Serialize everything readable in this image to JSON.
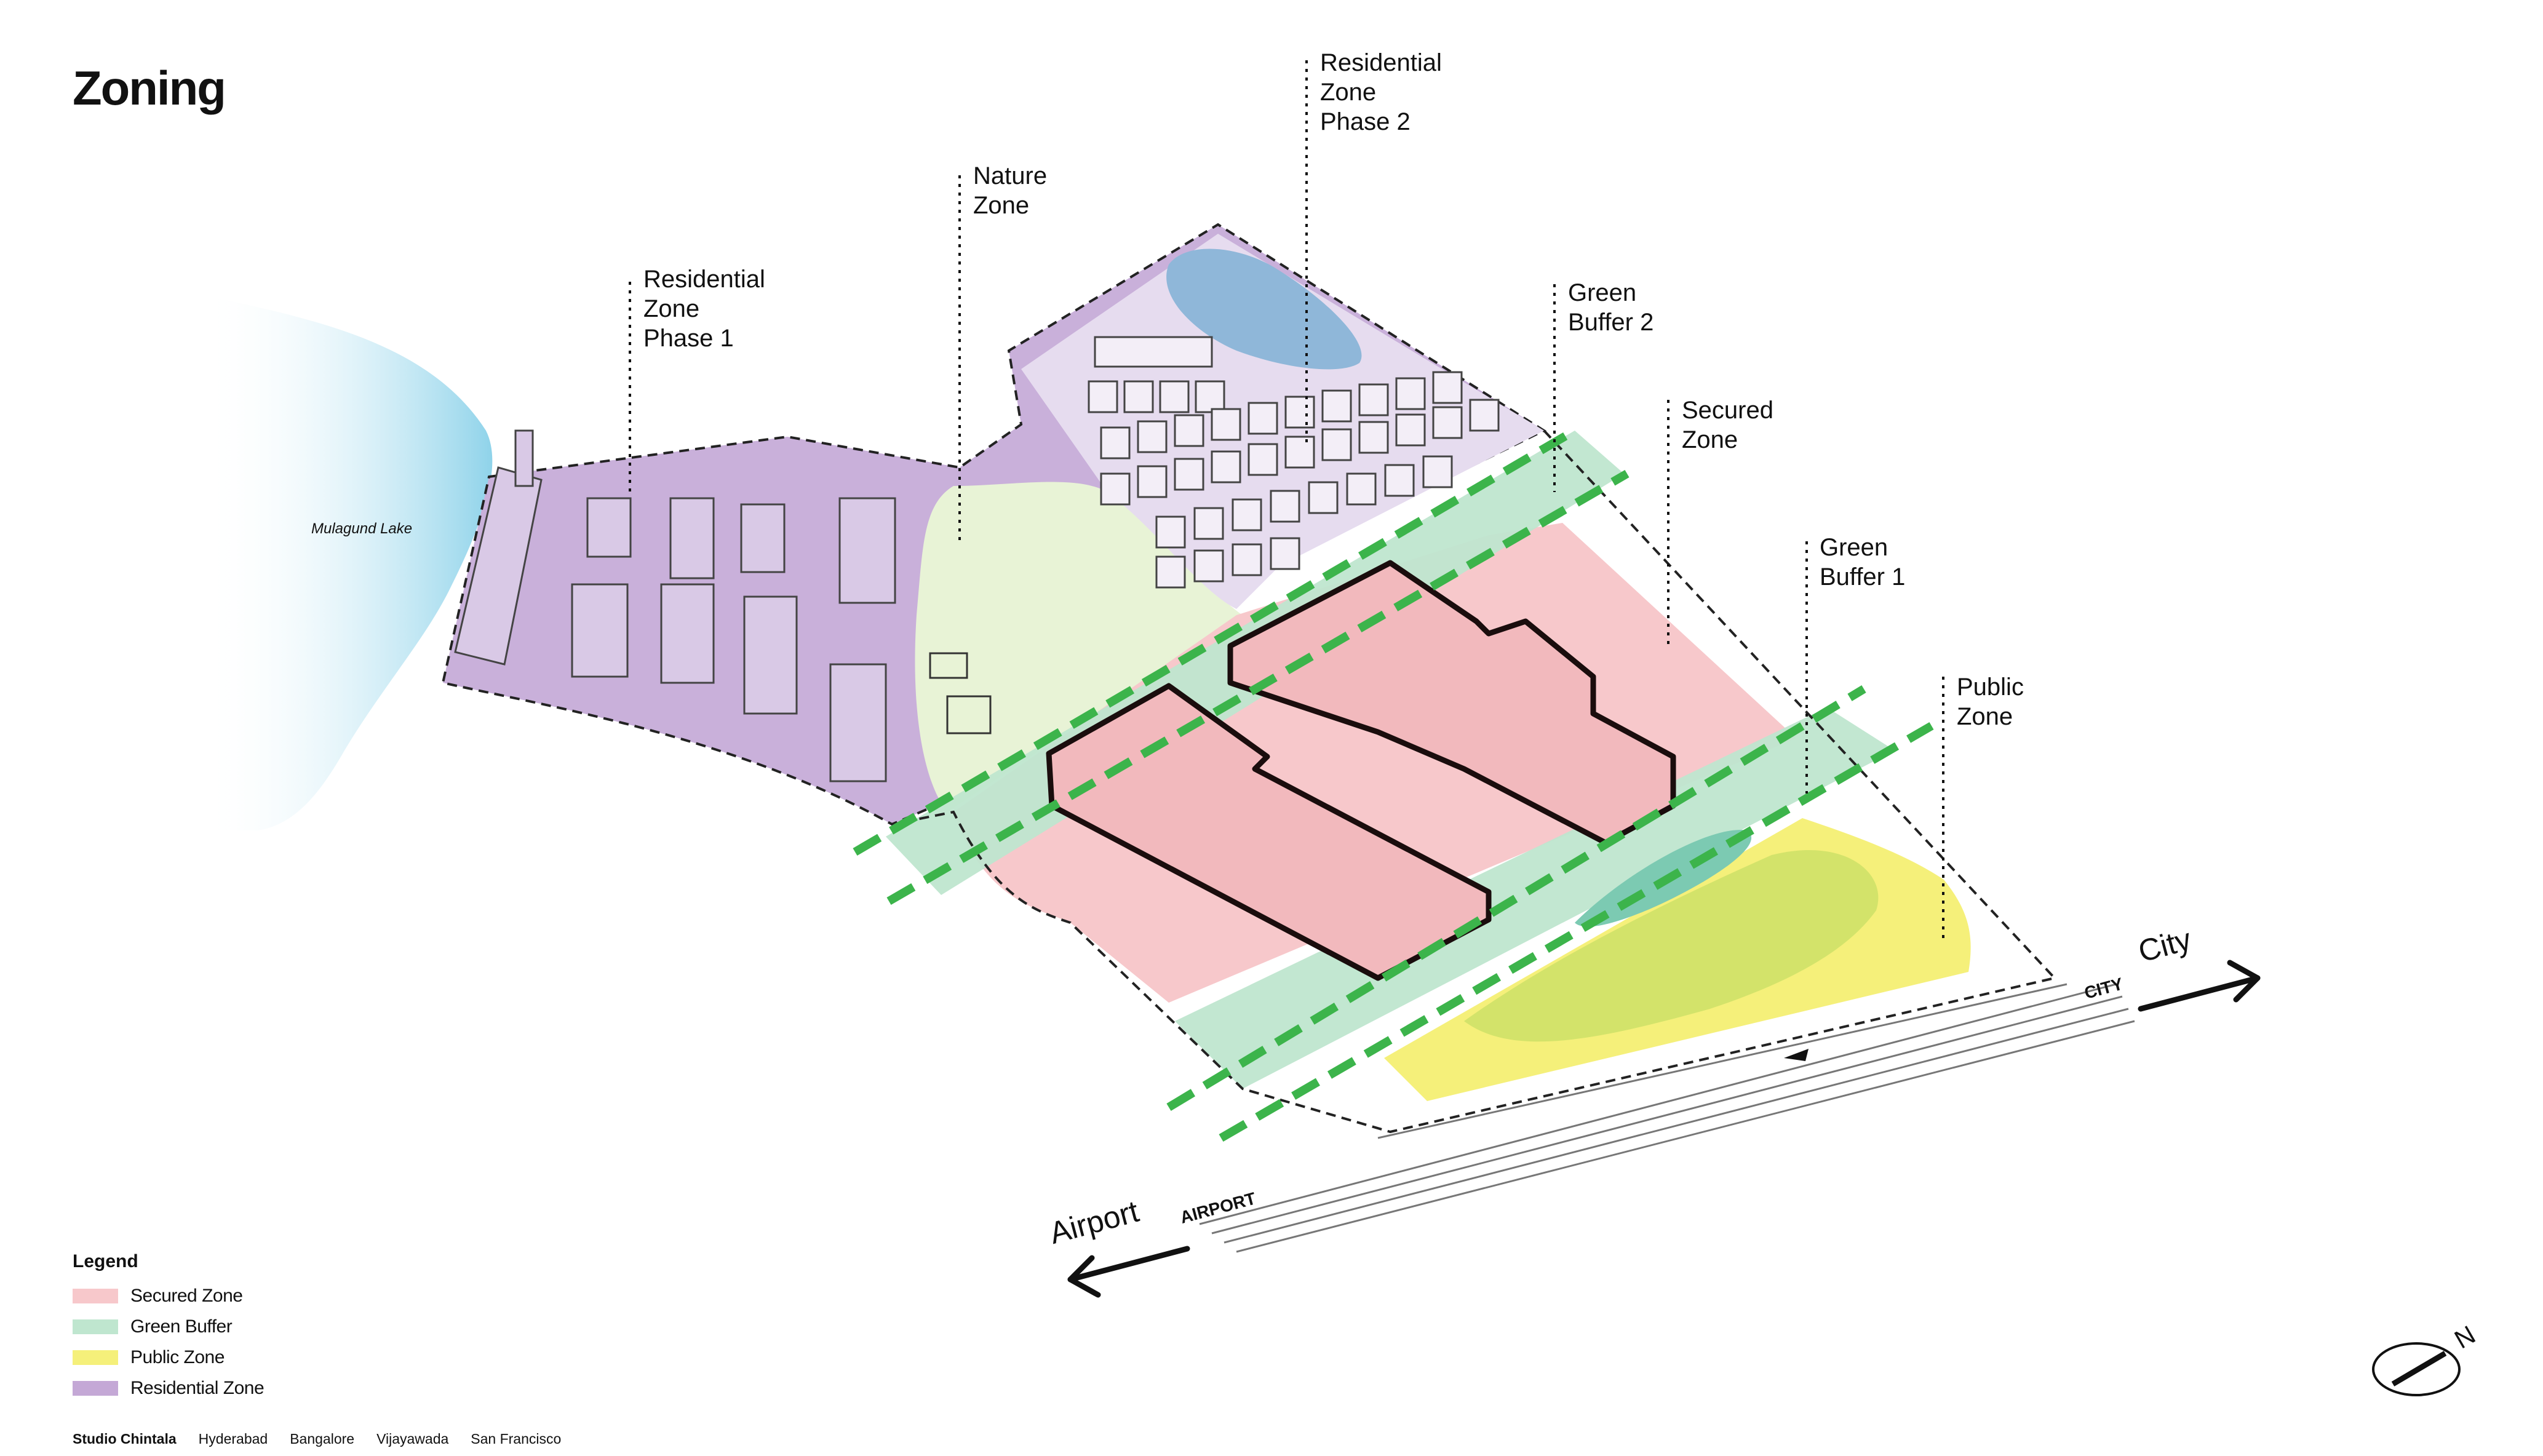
{
  "title": "Zoning",
  "lake_label": "Mulagund Lake",
  "callouts": [
    {
      "id": "residential-zone-phase-1",
      "text": "Residential\nZone\nPhase 1"
    },
    {
      "id": "nature-zone",
      "text": "Nature\nZone"
    },
    {
      "id": "residential-zone-phase-2",
      "text": "Residential\nZone\nPhase 2"
    },
    {
      "id": "green-buffer-2",
      "text": "Green\nBuffer 2"
    },
    {
      "id": "secured-zone",
      "text": "Secured\nZone"
    },
    {
      "id": "green-buffer-1",
      "text": "Green\nBuffer 1"
    },
    {
      "id": "public-zone",
      "text": "Public\nZone"
    }
  ],
  "directions": {
    "city_large": "City",
    "city_road": "CITY",
    "airport_large": "Airport",
    "airport_road": "AIRPORT"
  },
  "north_label": "N",
  "legend": {
    "title": "Legend",
    "items": [
      {
        "label": "Secured Zone",
        "color": "#f7c8cb"
      },
      {
        "label": "Green Buffer",
        "color": "#bfe6cf"
      },
      {
        "label": "Public Zone",
        "color": "#f5f07a"
      },
      {
        "label": "Residential Zone",
        "color": "#c4a8d6"
      }
    ]
  },
  "footer": {
    "studio": "Studio Chintala",
    "cities": [
      "Hyderabad",
      "Bangalore",
      "Vijayawada",
      "San Francisco"
    ]
  },
  "colors": {
    "secured": "#f7c8cb",
    "green_buffer": "#bfe6cf",
    "public": "#f5f07a",
    "residential": "#c4a8d6",
    "nature": "#e8f3d6",
    "lake": "#9fd8ea",
    "buffer_line": "#3cb44b"
  }
}
